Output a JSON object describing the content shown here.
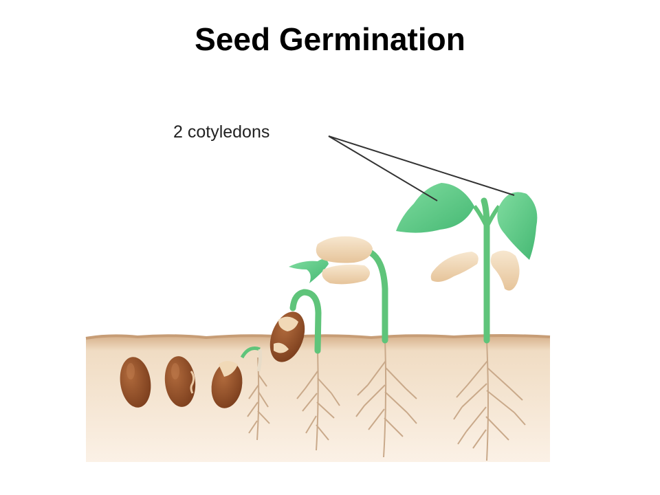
{
  "title": "Seed Germination",
  "diagram": {
    "cotyledon_label": "2 cotyledons",
    "colors": {
      "soil": "#f6e6d3",
      "soil_surface": "#d9b48f",
      "seed": "#8b4a25",
      "seed_highlight": "#b87447",
      "stem": "#5fc47a",
      "cotyledon_green": "#63cf8b",
      "cotyledon_tan": "#f1d9b7",
      "root": "#c9a98a"
    },
    "stages": [
      {
        "name": "seed"
      },
      {
        "name": "seed"
      },
      {
        "name": "radicle emerging"
      },
      {
        "name": "hypocotyl hook"
      },
      {
        "name": "seedling emerging"
      },
      {
        "name": "young plant"
      }
    ]
  }
}
